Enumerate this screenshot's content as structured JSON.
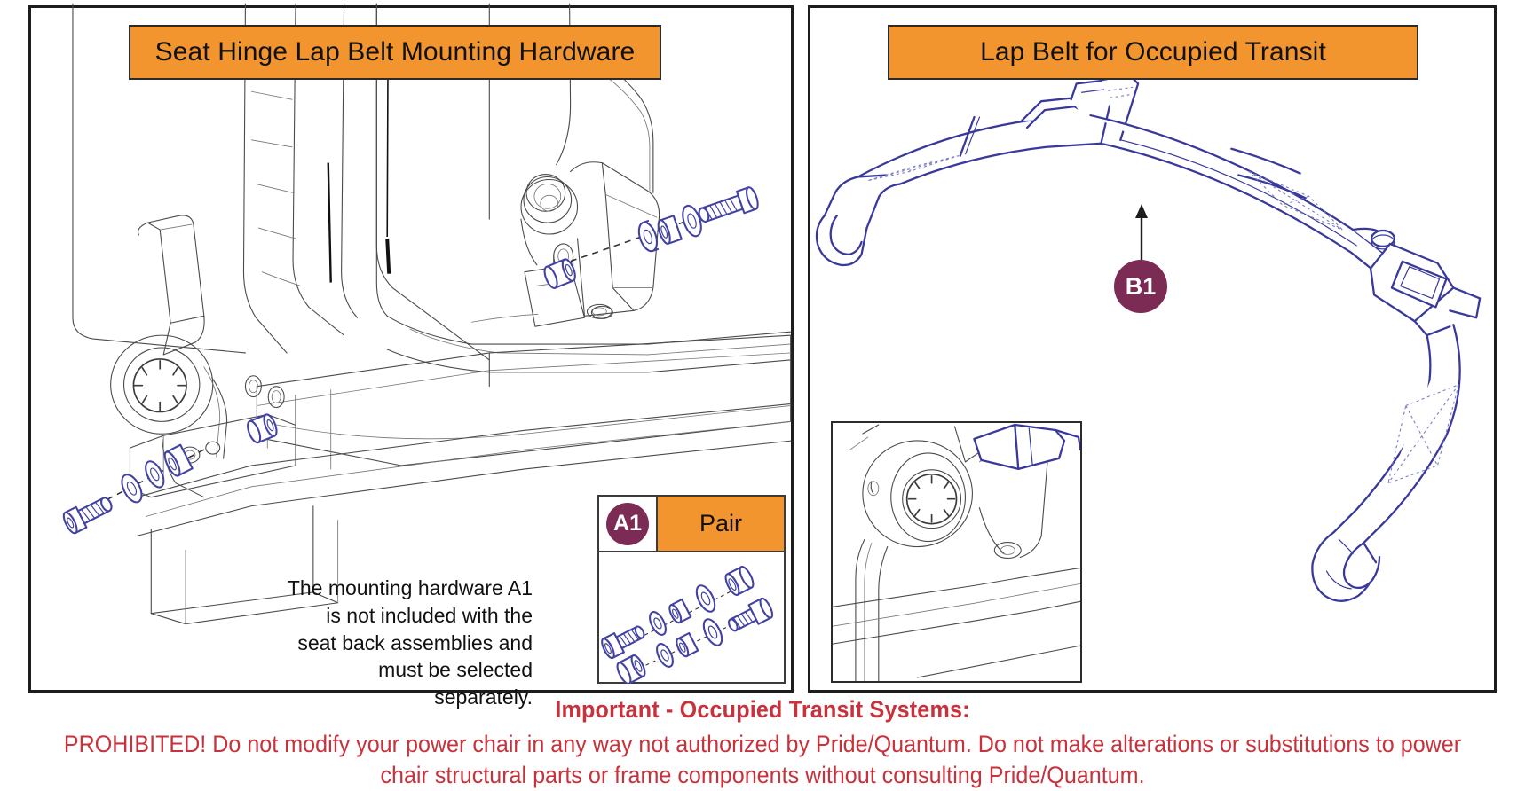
{
  "panels": {
    "left": {
      "title": "Seat Hinge Lap Belt Mounting Hardware"
    },
    "right": {
      "title": "Lap Belt for Occupied Transit"
    }
  },
  "notes": {
    "hardware_note": "The mounting hardware A1 is not included with the seat back assemblies and must be selected separately."
  },
  "parts_table": {
    "item_code": "A1",
    "quantity_label": "Pair"
  },
  "callouts": {
    "b1": "B1"
  },
  "warning": {
    "heading": "Important - Occupied Transit Systems:",
    "body": "PROHIBITED! Do not modify your power chair in any way not authorized by Pride/Quantum. Do not make alterations or substitutions to power chair structural parts or frame components without consulting Pride/Quantum."
  },
  "colors": {
    "accent_orange": "#F2952E",
    "badge_purple": "#7C2B55",
    "hardware_blue": "#4242A4",
    "belt_blue": "#39399C",
    "warning_red": "#C8323C",
    "line_gray": "#4A4A4A"
  },
  "icons": {
    "arrow": "b1-pointer-arrow"
  }
}
